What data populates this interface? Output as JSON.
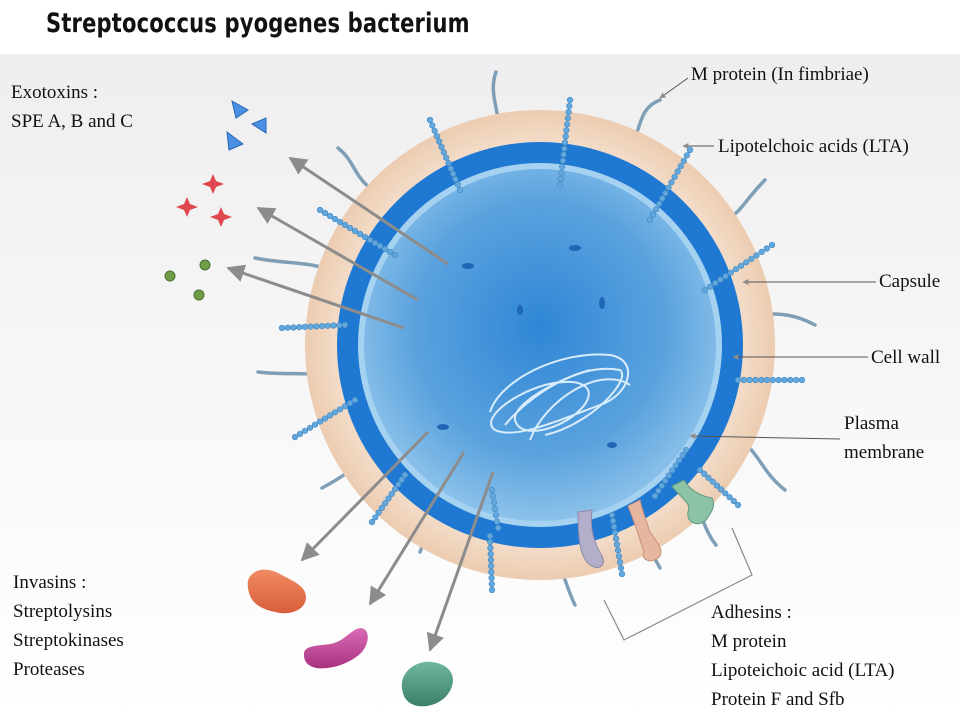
{
  "title": "Streptococcus pyogenes bacterium",
  "labels": {
    "exotoxins": [
      "Exotoxins :",
      "SPE A, B and C"
    ],
    "m_protein": "M protein (In fimbriae)",
    "lta": "Lipotelchoic acids (LTA)",
    "capsule": "Capsule",
    "cell_wall": "Cell wall",
    "plasma_membrane": [
      "Plasma",
      "membrane"
    ],
    "invasins": [
      "Invasins :",
      "Streptolysins",
      "Streptokinases",
      "Proteases"
    ],
    "adhesins": [
      "Adhesins :",
      "M protein",
      "Lipoteichoic acid (LTA)",
      "Protein F and Sfb"
    ]
  },
  "colors": {
    "capsule": "#f1d9c3",
    "cell_wall": "#1f78d1",
    "cytoplasm": "#5aa2de",
    "fimbria": "#7f9fb6",
    "lta_beads": "#63a8dc",
    "arrow": "#8c8c8c",
    "exotoxin_triangle": "#4a90e2",
    "exotoxin_star": "#e0474c",
    "exotoxin_dot": "#6f9d48",
    "invasin_orange": "#e7734f",
    "invasin_magenta": "#c5449e",
    "invasin_teal": "#4f9a82"
  }
}
